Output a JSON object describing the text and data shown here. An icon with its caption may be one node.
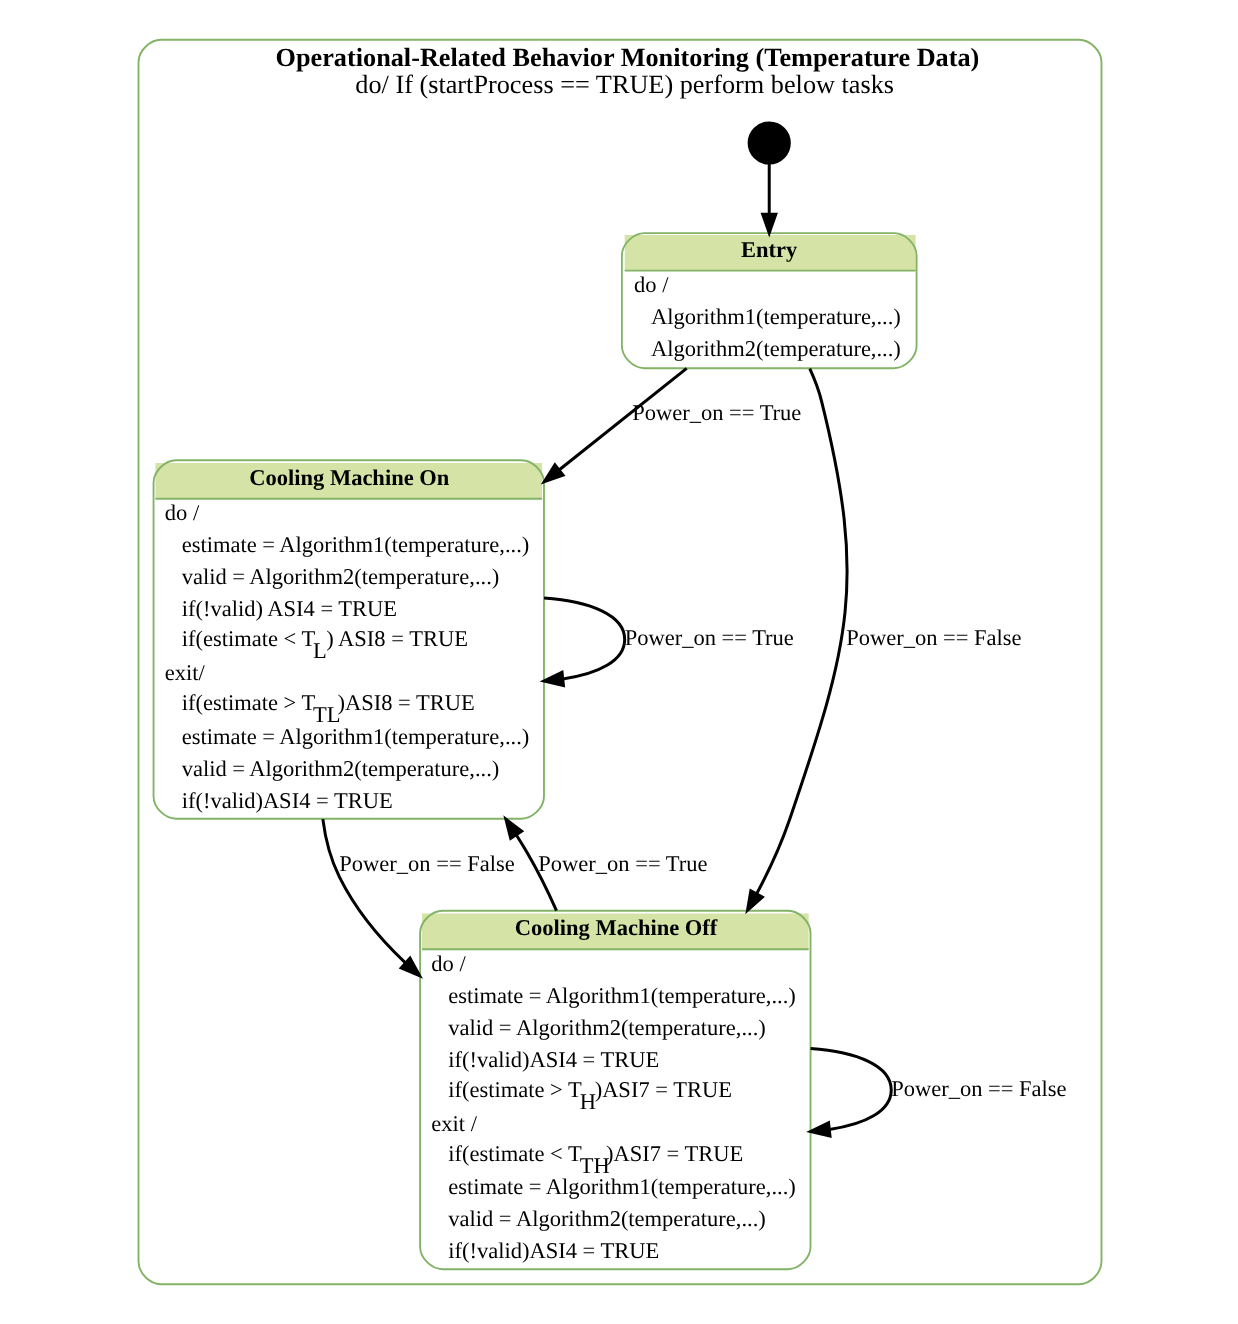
{
  "diagram": {
    "nodes": [
      {
        "text": [
          "Operational-Related Behavior Monitoring (Temperature Data)",
          "do/ If (startProcess == TRUE) perform below tasks"
        ]
      },
      {
        "text": [],
        "shape": "circle",
        "in": 0
      },
      {
        "text": [
          "Entry",
          "do /",
          "Algorithm1(temperature,...)",
          "Algorithm2(temperature,...)"
        ],
        "in": 0
      },
      {
        "text": [
          "Cooling Machine On",
          "do /",
          "estimate = Algorithm1(temperature,...)",
          "valid = Algorithm2(temperature,...)",
          "if(!valid) ASI4 = TRUE",
          "if(estimate < T$_{L}$) ASI8 = TRUE",
          "exit/",
          "if(estimate > T$_{TL}$)ASI8 = TRUE",
          "estimate = Algorithm1(temperature,...)",
          "valid = Algorithm2(temperature,...)",
          "if(!valid)ASI4 = TRUE"
        ],
        "in": 0
      },
      {
        "text": [
          "Cooling Machine Off",
          "do /",
          "estimate = Algorithm1(temperature,...)",
          "valid = Algorithm2(temperature,...)",
          "if(!valid)ASI4 = TRUE",
          "if(estimate > T$_{H}$)ASI7 = TRUE",
          "exit /",
          "if(estimate < T$_{TH}$)ASI7 = TRUE",
          "estimate = Algorithm1(temperature,...)",
          "valid = Algorithm2(temperature,...)",
          "if(!valid)ASI4 = TRUE"
        ],
        "in": 0
      }
    ],
    "edges": [
      {
        "from": 1,
        "to": 2,
        "arrow": "to"
      },
      {
        "from": 2,
        "to": 3,
        "arrow": "to",
        "label": "Power_on == True"
      },
      {
        "from": 3,
        "to": 3,
        "arrow": "to",
        "label": "Power_on == True"
      },
      {
        "from": 3,
        "to": 4,
        "arrow": "to",
        "label": "Power_on == False"
      },
      {
        "from": 4,
        "to": 3,
        "arrow": "to",
        "label": "Power_on == True"
      },
      {
        "from": 2,
        "to": 4,
        "arrow": "to",
        "label": "Power_on == False"
      },
      {
        "from": 4,
        "to": 4,
        "arrow": "to",
        "label": "Power_on == False"
      }
    ]
  }
}
